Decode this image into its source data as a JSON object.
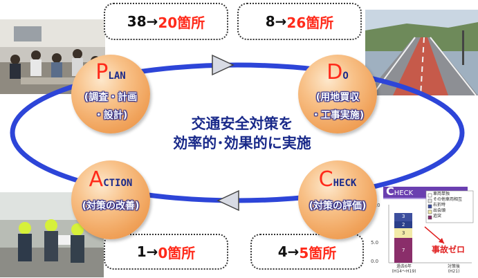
{
  "center": {
    "line1": "交通安全対策を",
    "line2": "効率的･効果的に実施"
  },
  "stages": {
    "plan": {
      "letter": "P",
      "rest": "LAN",
      "sub1": "(調査・計画",
      "sub2": "・設計)"
    },
    "do": {
      "letter": "D",
      "rest": "O",
      "sub1": "(用地買収",
      "sub2": "・工事実施)"
    },
    "check": {
      "letter": "C",
      "rest": "HECK",
      "sub1": "(対策の評価)",
      "sub2": ""
    },
    "action": {
      "letter": "A",
      "rest": "CTION",
      "sub1": "(対策の改善)",
      "sub2": ""
    }
  },
  "callouts": {
    "plan": {
      "from": "38→",
      "to": "20箇所"
    },
    "do": {
      "from": "8→",
      "to": "26箇所"
    },
    "action": {
      "from": "1→",
      "to": "0箇所"
    },
    "check": {
      "from": "4→",
      "to": "5箇所"
    }
  },
  "inset_chart": {
    "header_letter": "C",
    "header_rest": "HECK",
    "legend": [
      "車両単独",
      "その他車両相互",
      "右折時",
      "出会頭",
      "追突"
    ],
    "yticks": [
      "0.0",
      "5.0",
      "10.0"
    ],
    "bar_labels": [
      "3",
      "2",
      "3",
      "7"
    ],
    "annotation": "事故ゼロ",
    "xlabel_left_1": "過去6年",
    "xlabel_left_2": "(H14〜H19)",
    "xlabel_right_1": "対策後",
    "xlabel_right_2": "(H21)"
  },
  "colors": {
    "ring": "#2d45d8",
    "circle": "#f0a25a",
    "accent_red": "#ff2a1a",
    "title_navy": "#1a2a8a"
  }
}
